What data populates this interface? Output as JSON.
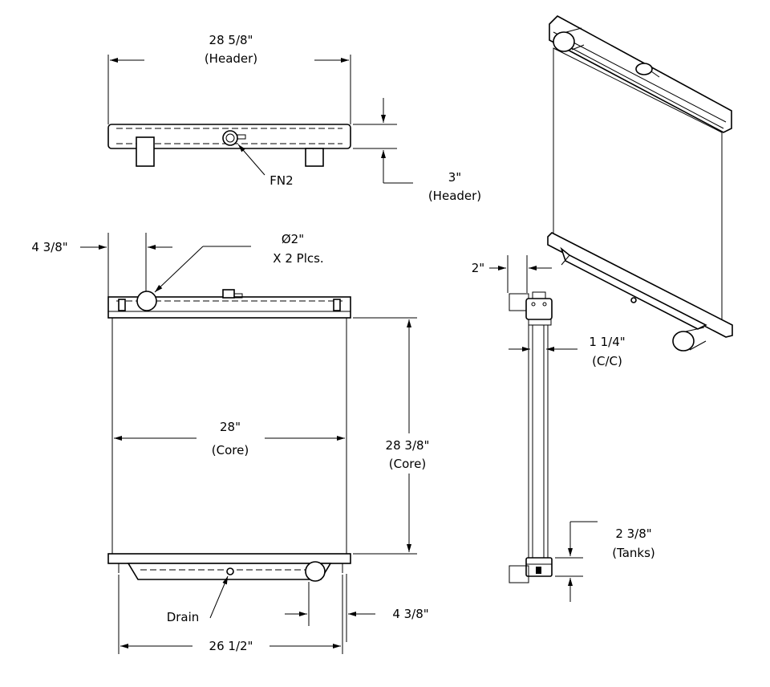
{
  "top_view": {
    "header_width": {
      "value": "28 5/8\"",
      "note": "(Header)"
    },
    "header_height": {
      "value": "3\"",
      "note": "(Header)"
    },
    "fill_neck_label": "FN2"
  },
  "front_view": {
    "inlet_offset": {
      "value": "4 3/8\""
    },
    "inlet_diameter": {
      "value": "Ø2\"",
      "note": "X 2 Plcs."
    },
    "core_width": {
      "value": "28\"",
      "note": "(Core)"
    },
    "core_height": {
      "value": "28 3/8\"",
      "note": "(Core)"
    },
    "drain_label": "Drain",
    "outlet_offset": {
      "value": "4 3/8\""
    },
    "mount_width": {
      "value": "26 1/2\""
    }
  },
  "side_view": {
    "inlet_depth": {
      "value": "2\""
    },
    "core_depth": {
      "value": "1 1/4\"",
      "note": "(C/C)"
    },
    "tank_height": {
      "value": "2 3/8\"",
      "note": "(Tanks)"
    }
  }
}
